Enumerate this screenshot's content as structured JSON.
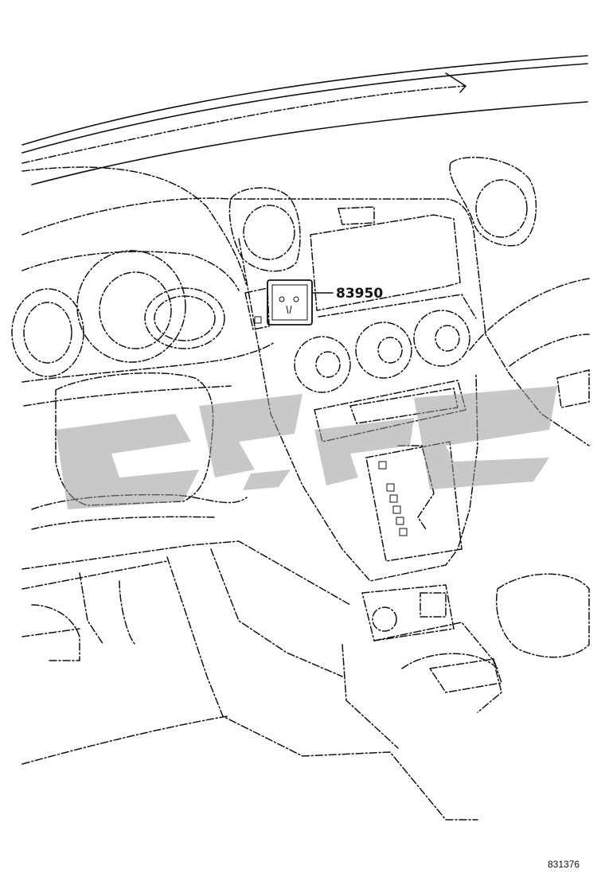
{
  "callouts": [
    {
      "id": "switch",
      "label": "83950"
    }
  ],
  "diagram_code": "831376",
  "colors": {
    "line": "#111111",
    "background": "#ffffff",
    "watermark": "#9a9a9a"
  }
}
